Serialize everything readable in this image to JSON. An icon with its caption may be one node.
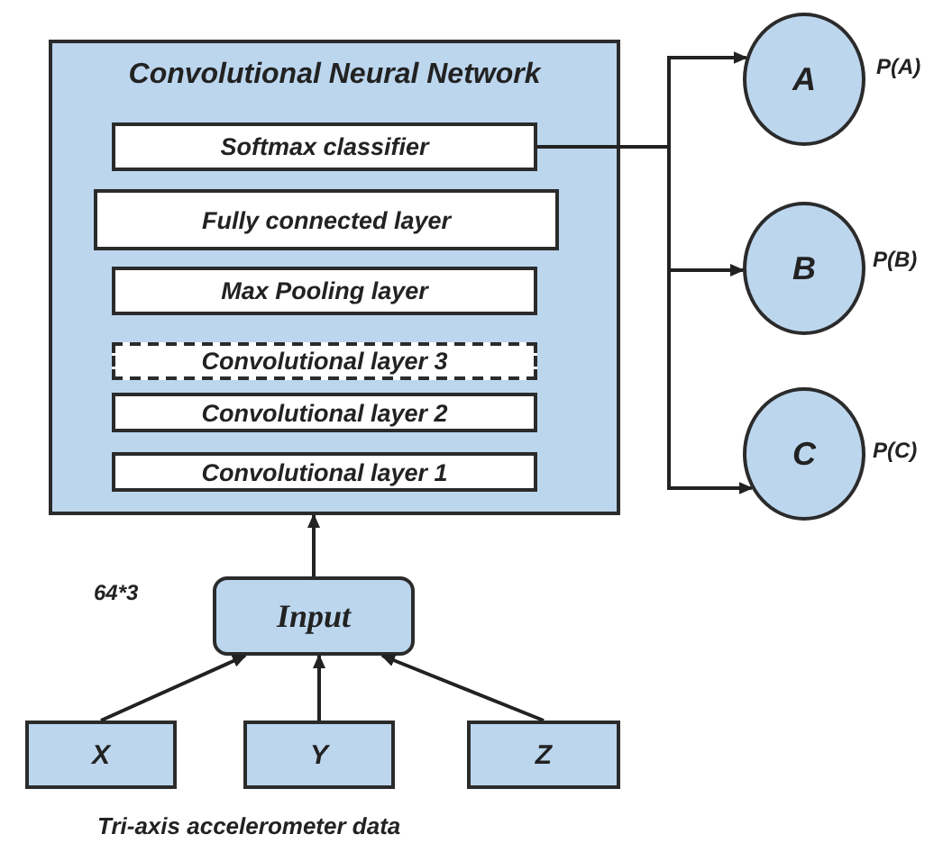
{
  "diagram": {
    "nodes": [
      {
        "text": [
          "Convolutional Neural Network"
        ]
      },
      {
        "text": [
          "Softmax classifier"
        ],
        "in": 0
      },
      {
        "text": [
          "Fully connected layer"
        ],
        "in": 0
      },
      {
        "text": [
          "Max Pooling layer"
        ],
        "in": 0
      },
      {
        "text": [
          "Convolutional layer 3"
        ],
        "in": 0
      },
      {
        "text": [
          "Convolutional layer 2"
        ],
        "in": 0
      },
      {
        "text": [
          "Convolutional layer 1"
        ],
        "in": 0
      },
      {
        "text": [
          "A"
        ],
        "beside": [
          "P(A)"
        ]
      },
      {
        "text": [
          "B"
        ],
        "beside": [
          "P(B)"
        ]
      },
      {
        "text": [
          "C"
        ],
        "beside": [
          "P(C)"
        ]
      },
      {
        "text": [
          "Input"
        ],
        "beside": [
          "64*3"
        ]
      },
      {
        "text": [
          "X"
        ]
      },
      {
        "text": [
          "Y"
        ]
      },
      {
        "text": [
          "Z"
        ]
      }
    ],
    "edges": [
      {
        "from": 1,
        "to": 7,
        "arrow": "to"
      },
      {
        "from": 1,
        "to": 8,
        "arrow": "to"
      },
      {
        "from": 1,
        "to": 9,
        "arrow": "to"
      },
      {
        "from": 10,
        "to": 0,
        "arrow": "to"
      },
      {
        "from": 11,
        "to": 10,
        "arrow": "to"
      },
      {
        "from": 12,
        "to": 10,
        "arrow": "to"
      },
      {
        "from": 13,
        "to": 10,
        "arrow": "to"
      }
    ],
    "labels": [
      "Tri-axis accelerometer data"
    ]
  }
}
